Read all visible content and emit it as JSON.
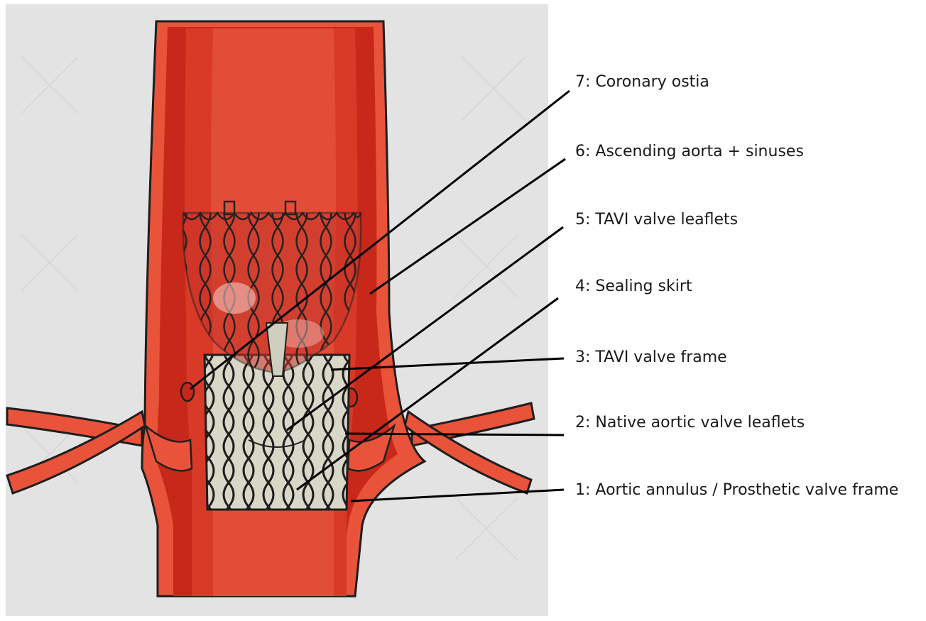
{
  "labels": [
    {
      "num": "7",
      "text": "7: Coronary ostia"
    },
    {
      "num": "6",
      "text": "6: Ascending aorta + sinuses"
    },
    {
      "num": "5",
      "text": "5: TAVI  valve leaflets"
    },
    {
      "num": "4",
      "text": "4: Sealing skirt"
    },
    {
      "num": "3",
      "text": "3: TAVI  valve frame"
    },
    {
      "num": "2",
      "text": "2: Native  aortic valve leaflets"
    },
    {
      "num": "1",
      "text": "1: Aortic annulus / Prosthetic valve frame"
    }
  ],
  "colors": {
    "background_panel": "#e3e3e3",
    "vessel_wall": "#e8533a",
    "vessel_wall_dark": "#c8281a",
    "lumen": "#d93a27",
    "lumen_light": "#e2503a",
    "outline": "#1e1e1e",
    "frame_fill": "#d9d7c8",
    "leader_line": "#000000"
  }
}
